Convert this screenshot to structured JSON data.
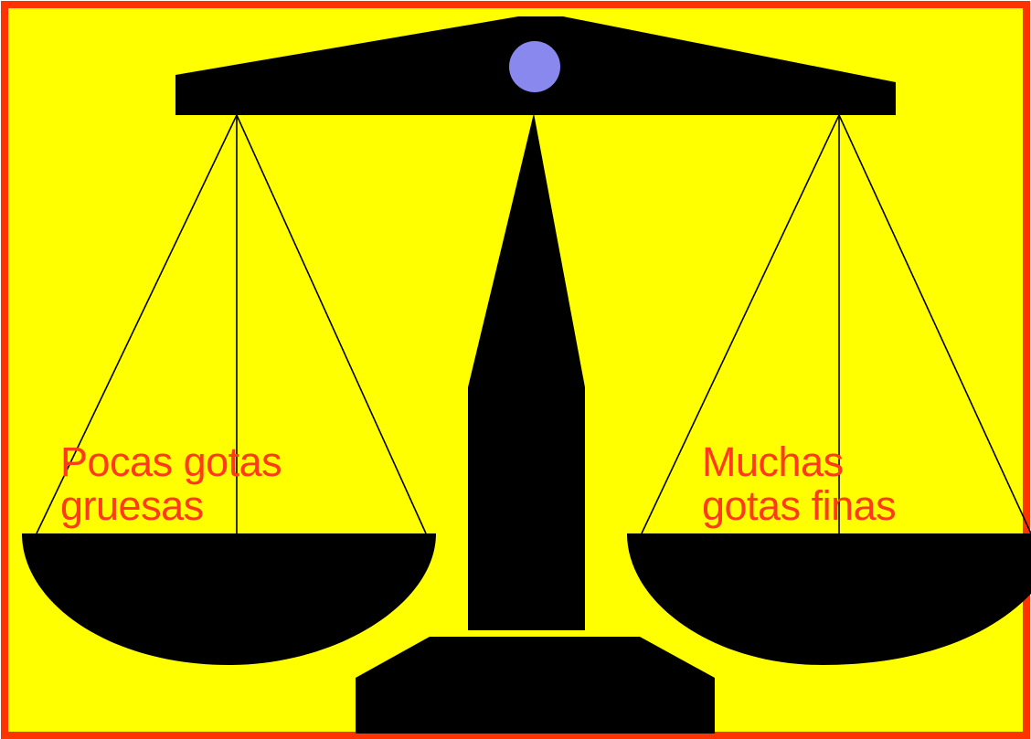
{
  "labels": {
    "left": [
      "Pocas gotas",
      "gruesas"
    ],
    "right": [
      "Muchas",
      "gotas finas"
    ]
  },
  "colors": {
    "background": "#ffff00",
    "border": "#ff3300",
    "scale": "#000000",
    "pivot": "#8888ee",
    "label_text": "#ff3a1a"
  }
}
